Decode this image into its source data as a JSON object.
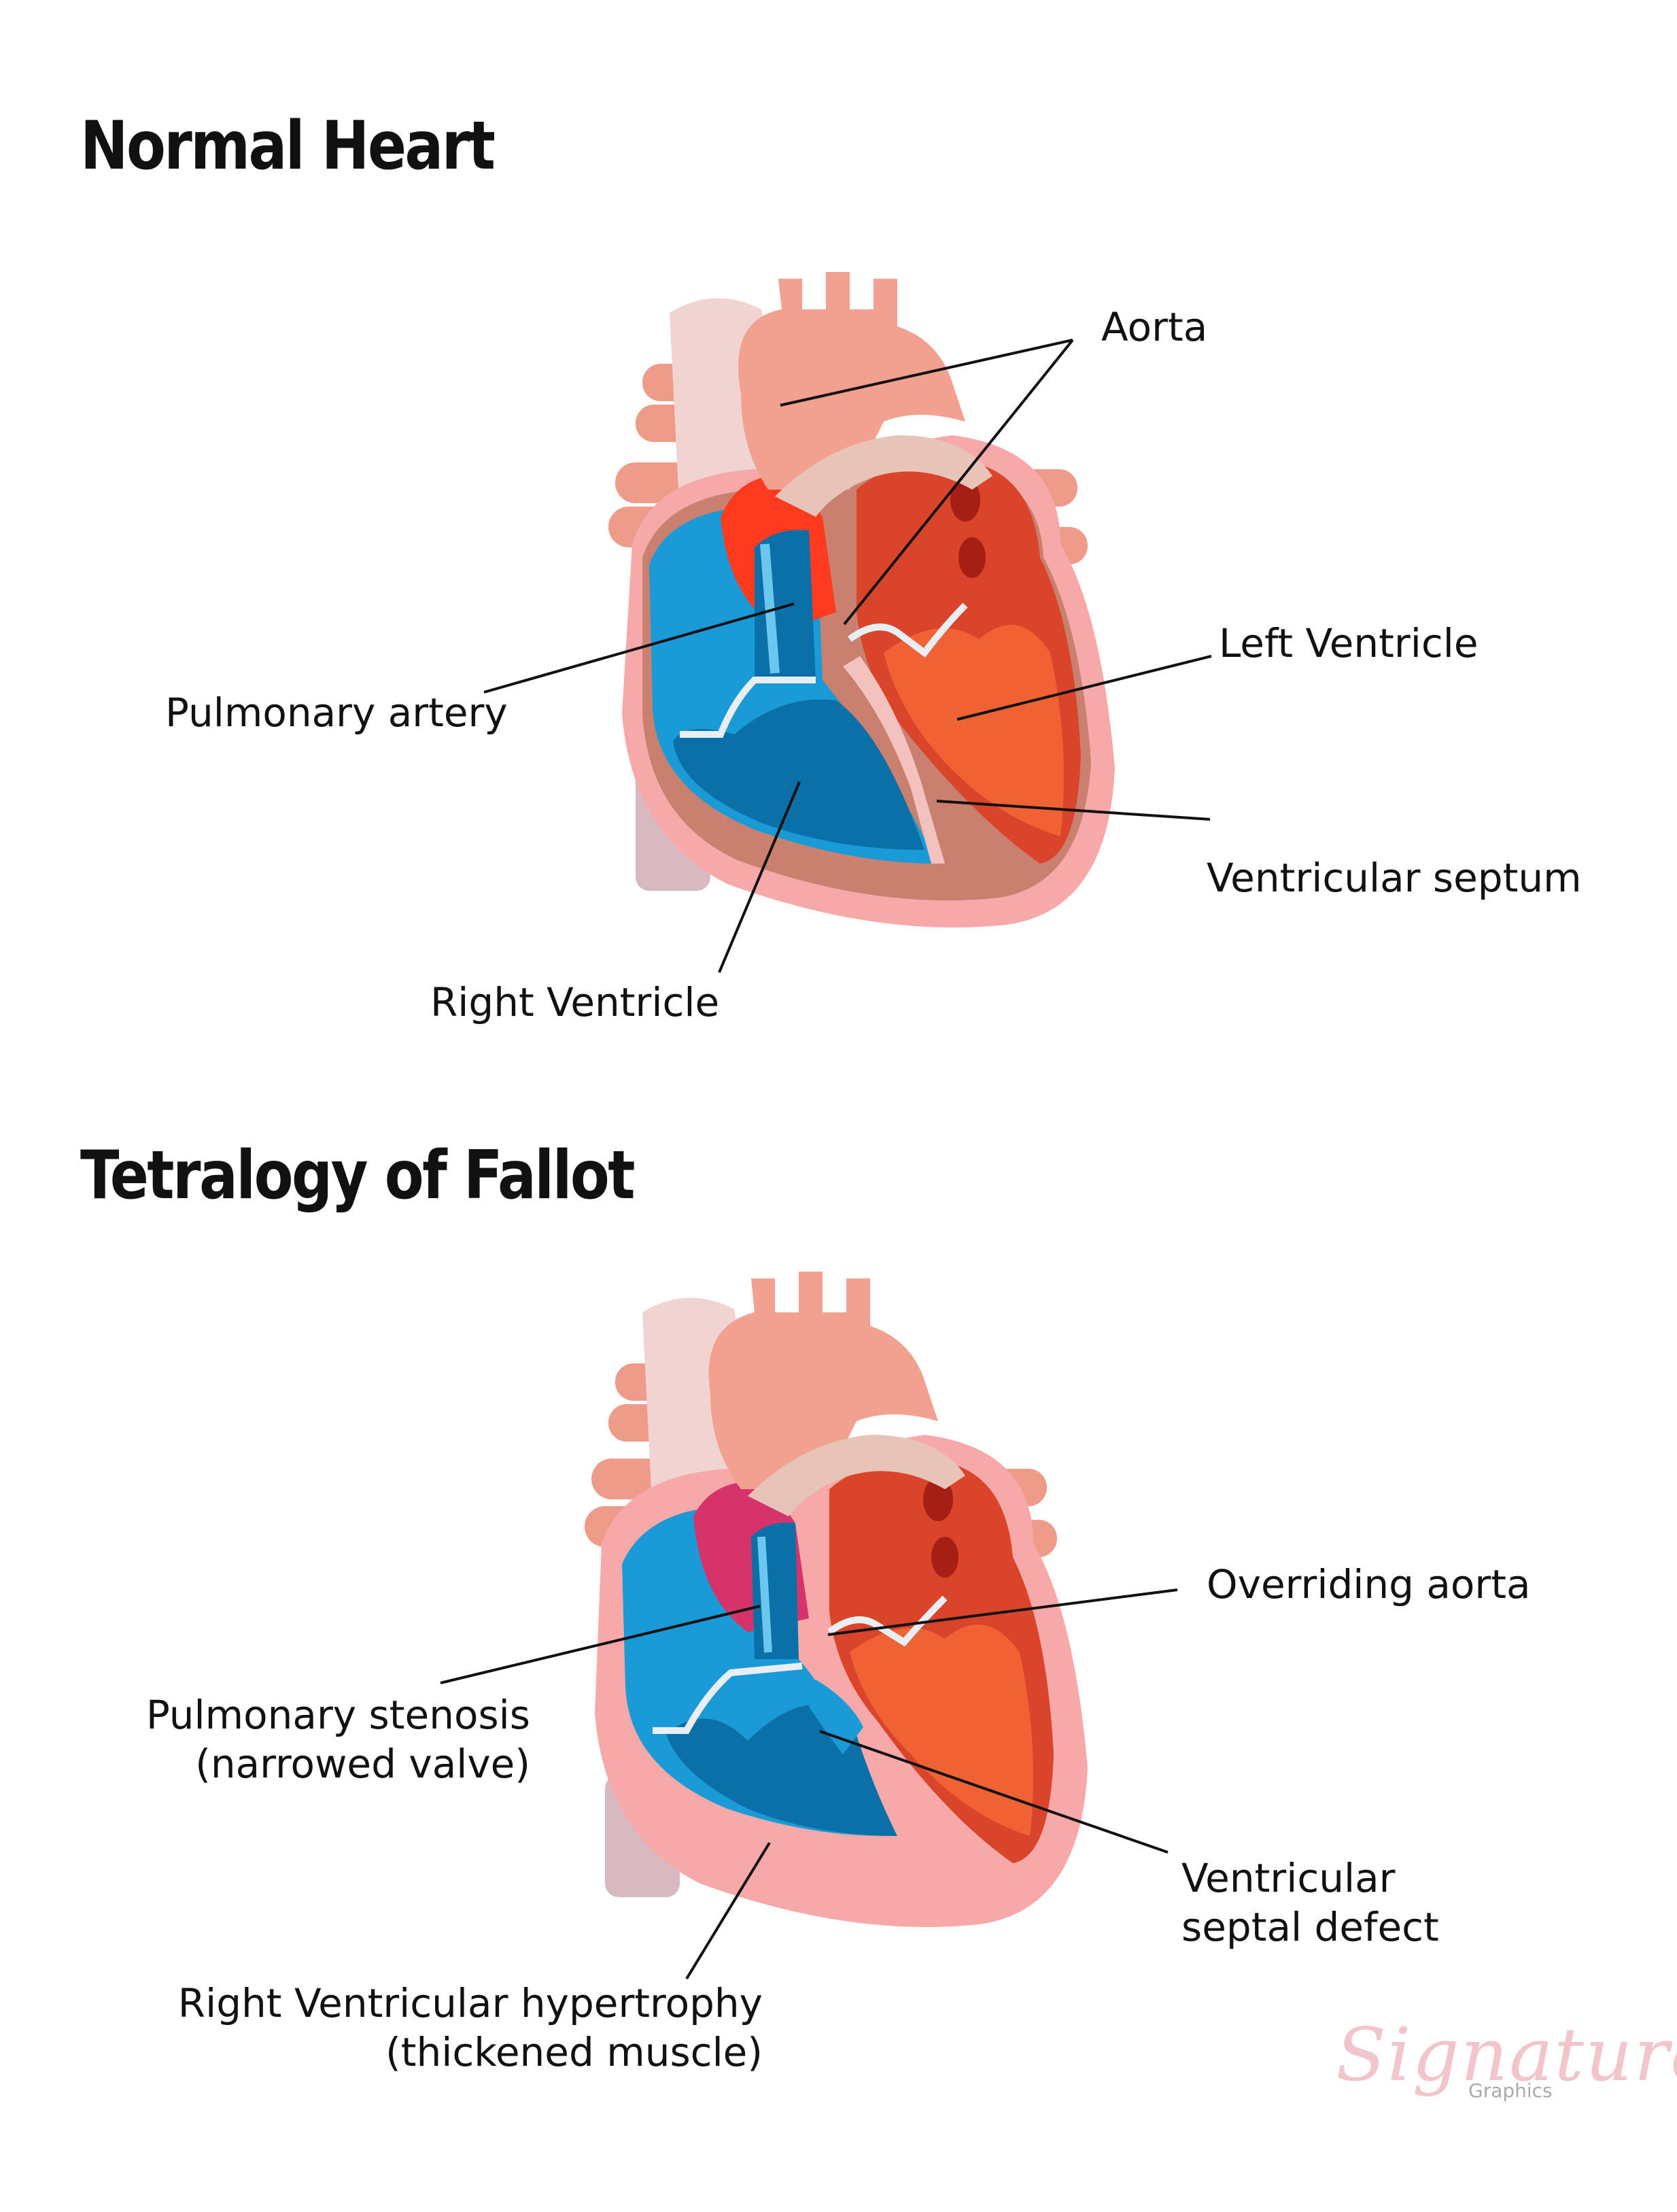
{
  "sections": {
    "normal": {
      "title": "Normal Heart",
      "labels": {
        "aorta": "Aorta",
        "pulmonary_artery": "Pulmonary artery",
        "left_ventricle": "Left Ventricle",
        "ventricular_septum": "Ventricular septum",
        "right_ventricle": "Right Ventricle"
      }
    },
    "tetralogy": {
      "title": "Tetralogy of Fallot",
      "labels": {
        "overriding_aorta": "Overriding aorta",
        "pulmonary_stenosis_1": "Pulmonary stenosis",
        "pulmonary_stenosis_2": "(narrowed valve)",
        "vsd_1": "Ventricular",
        "vsd_2": "septal defect",
        "rvh_1": "Right Ventricular hypertrophy",
        "rvh_2": "(thickened muscle)"
      }
    }
  },
  "watermark": {
    "script": "Signature",
    "sub": "Graphics"
  },
  "colors": {
    "right_heart_blue": "#1a9ad6",
    "pulmonary_blue": "#0b6fa8",
    "left_heart_red": "#d9442a",
    "left_ventricle_orange": "#f06234",
    "outer_wall_pink": "#f7a8a8",
    "aorta_salmon": "#f2a08f",
    "overriding_magenta": "#d6336a"
  }
}
